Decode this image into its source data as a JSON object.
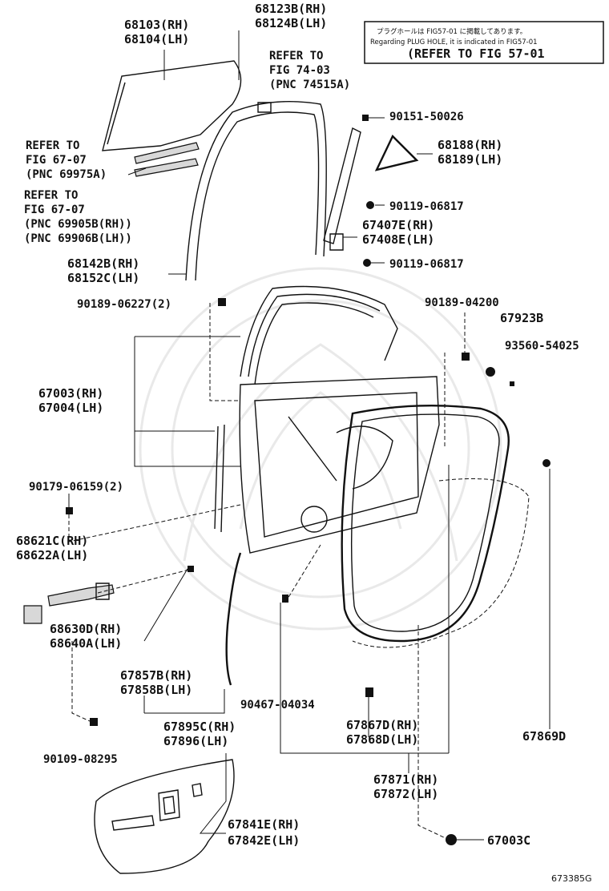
{
  "labels": {
    "glass": [
      "68103(RH)",
      "68104(LH)"
    ],
    "division_bar_channel": [
      "68123B(RH)",
      "68124B(LH)"
    ],
    "refer_74_03": [
      "REFER TO",
      "FIG 74-03",
      "(PNC 74515A)"
    ],
    "note_top": [
      "プラグホールは FIG57-01 に掲載してあります。",
      "Regarding PLUG HOLE, it is indicated in FIG57-01",
      "(REFER TO FIG 57-01"
    ],
    "screw_1": "90151-50026",
    "quarter_glass": [
      "68188(RH)",
      "68189(LH)"
    ],
    "bolt_1": "90119-06817",
    "refer_67_07_a": [
      "REFER TO",
      "FIG 67-07",
      "(PNC 69975A)"
    ],
    "refer_67_07_b": [
      "REFER TO",
      "FIG 67-07",
      "(PNC 69905B(RH))",
      "(PNC 69906B(LH))"
    ],
    "channel_sub": [
      "67407E(RH)",
      "67408E(LH)"
    ],
    "bolt_2": "90119-06817",
    "run_channel": [
      "68142B(RH)",
      "68152C(LH)"
    ],
    "clip_1": "90189-06227(2)",
    "clip_2": "90189-04200",
    "part_67923": "67923B",
    "part_93560": "93560-54025",
    "door_panel": [
      "67003(RH)",
      "67004(LH)"
    ],
    "bolt_3": "90179-06159(2)",
    "hinge_upper": [
      "68621C(RH)",
      "68622A(LH)"
    ],
    "check_assy": [
      "68630D(RH)",
      "68640A(LH)"
    ],
    "weatherstrip_small": [
      "67857B(RH)",
      "67858B(LH)"
    ],
    "clip_3": "90467-04034",
    "weatherstrip_assy": [
      "67895C(RH)",
      "67896(LH)"
    ],
    "bolt_4": "90109-08295",
    "clip_seal": [
      "67867D(RH)",
      "67868D(LH)"
    ],
    "seal_part": "67869D",
    "opening_trim": [
      "67871(RH)",
      "67872(LH)"
    ],
    "trim_board": [
      "67841E(RH)",
      "67842E(LH)"
    ],
    "plug": "67003C",
    "figure_number": "673385G"
  }
}
